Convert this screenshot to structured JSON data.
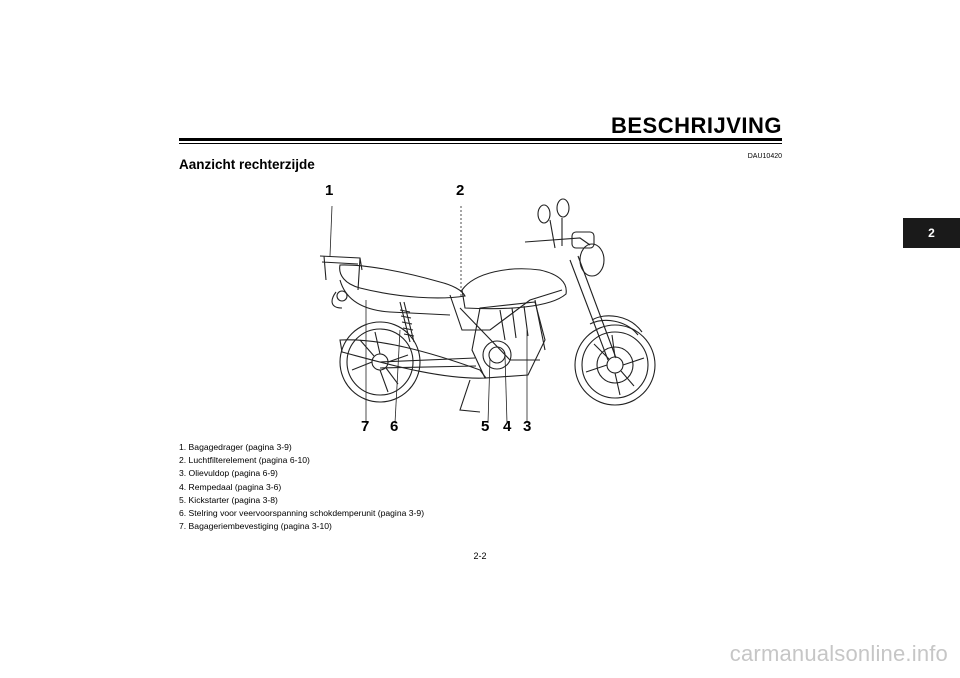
{
  "header": {
    "chapter_title": "BESCHRIJVING",
    "doc_code": "DAU10420"
  },
  "section": {
    "title": "Aanzicht rechterzijde"
  },
  "chapter_tab": {
    "label": "2"
  },
  "figure": {
    "illustration": "motorcycle-right-side-view",
    "callouts": [
      "1",
      "2",
      "3",
      "4",
      "5",
      "6",
      "7"
    ]
  },
  "legend": {
    "items": [
      "1. Bagagedrager (pagina 3-9)",
      "2. Luchtfilterelement (pagina 6-10)",
      "3. Olievuldop (pagina 6-9)",
      "4. Rempedaal (pagina 3-6)",
      "5. Kickstarter (pagina 3-8)",
      "6. Stelring voor veervoorspanning schokdemperunit (pagina 3-9)",
      "7. Bagageriembevestiging (pagina 3-10)"
    ]
  },
  "footer": {
    "page_number": "2-2"
  },
  "watermark": {
    "text": "carmanualsonline.info"
  }
}
